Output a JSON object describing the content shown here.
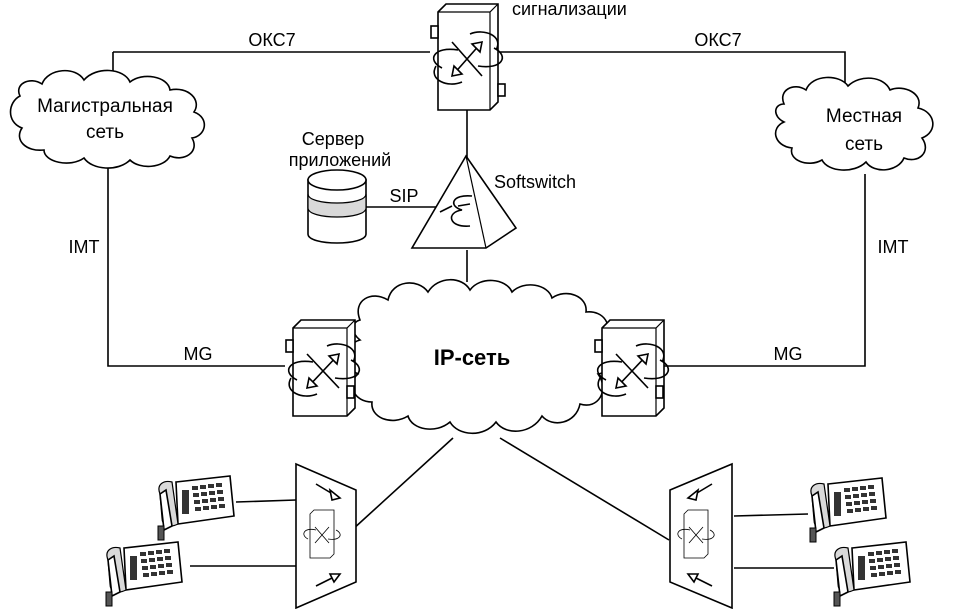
{
  "labels": {
    "signaling_top": "сигнализации",
    "okc7_left": "ОКС7",
    "okc7_right": "ОКС7",
    "backbone_line1": "Магистральная",
    "backbone_line2": "сеть",
    "local_line1": "Местная",
    "local_line2": "сеть",
    "server_line1": "Сервер",
    "server_line2": "приложений",
    "sip": "SIP",
    "softswitch": "Softswitch",
    "imt_left": "IMT",
    "imt_right": "IMT",
    "mg_left": "MG",
    "mg_right": "MG",
    "ip_network": "IP-сеть"
  },
  "icons": {
    "signaling_gateway": "signaling-gateway-icon",
    "softswitch": "softswitch-pyramid-icon",
    "app_server": "database-cylinder-icon",
    "media_gateway": "media-gateway-icon",
    "access_gateway": "access-gateway-icon",
    "phone": "desk-phone-icon",
    "cloud": "cloud-icon"
  }
}
